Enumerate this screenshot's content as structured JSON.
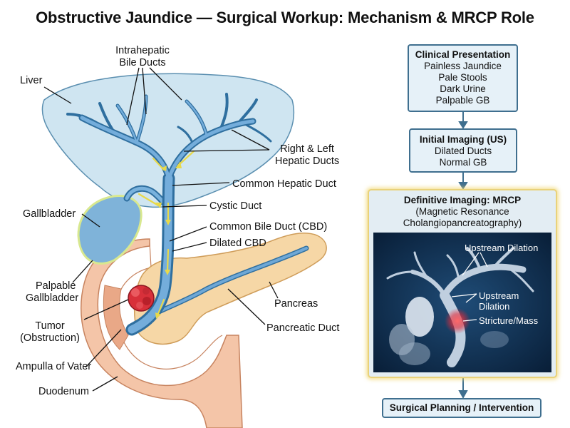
{
  "title": "Obstructive Jaundice — Surgical Workup: Mechanism & MRCP Role",
  "anatomy_labels": {
    "liver": "Liver",
    "intrahepatic_1": "Intrahepatic",
    "intrahepatic_2": "Bile Ducts",
    "hepatic_1": "Right & Left",
    "hepatic_2": "Hepatic Ducts",
    "common_hepatic": "Common Hepatic Duct",
    "cystic": "Cystic Duct",
    "cbd": "Common Bile Duct (CBD)",
    "dilated_cbd": "Dilated CBD",
    "gallbladder": "Gallbladder",
    "palpable_1": "Palpable",
    "palpable_2": "Gallbladder",
    "pancreas": "Pancreas",
    "tumor_1": "Tumor",
    "tumor_2": "(Obstruction)",
    "pancreatic_duct": "Pancreatic Duct",
    "ampulla": "Ampulla of Vater",
    "duodenum": "Duodenum"
  },
  "flow": {
    "clinical": {
      "heading": "Clinical Presentation",
      "items": [
        "Painless Jaundice",
        "Pale Stools",
        "Dark Urine",
        "Palpable GB"
      ]
    },
    "initial": {
      "heading": "Initial Imaging (US)",
      "items": [
        "Dilated Ducts",
        "Normal GB"
      ]
    },
    "mrcp": {
      "heading": "Definitive Imaging: MRCP",
      "sub_1": "(Magnetic Resonance",
      "sub_2": "Cholangiopancreatography)",
      "upstream_1": "Upstream Dilation",
      "upstream_2a": "Upstream",
      "upstream_2b": "Dilation",
      "stricture": "Stricture/Mass"
    },
    "surgical": "Surgical Planning / Intervention"
  },
  "colors": {
    "liver": "#cfe5f1",
    "duct": "#4e8fc4",
    "gallbladder": "#7fb3d9",
    "pancreas": "#f6d7a6",
    "duodenum": "#f4c5a8",
    "tumor": "#d8303a",
    "box_border": "#3f6f8f",
    "box_fill": "#e6f1f8",
    "glow": "#e9d27a"
  }
}
